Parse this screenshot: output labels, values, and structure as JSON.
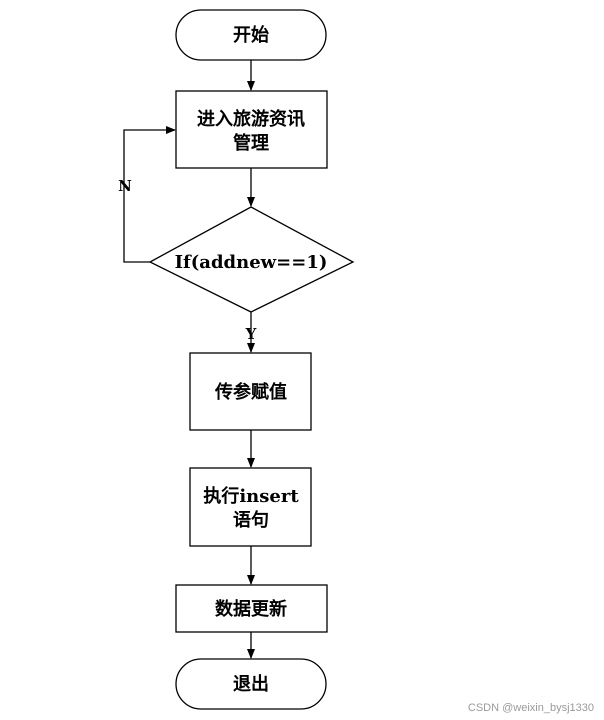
{
  "nodes": {
    "start": "开始",
    "enter": [
      "进入旅游资讯",
      "管理"
    ],
    "condition": "If(addnew==1)",
    "assign": "传参赋值",
    "insert": [
      "执行insert",
      "语句"
    ],
    "update": "数据更新",
    "exit": "退出"
  },
  "edges": {
    "no_label": "N",
    "yes_label": "Y"
  },
  "watermark": "CSDN @weixin_bysj1330",
  "colors": {
    "stroke": "#000000",
    "fill": "#ffffff",
    "watermark": "#9a9a9a"
  }
}
